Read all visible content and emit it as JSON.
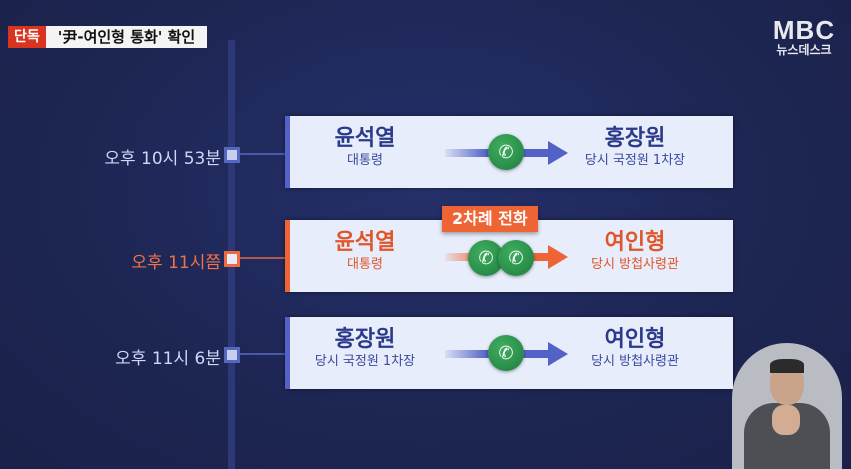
{
  "header": {
    "badge_label": "단독",
    "headline": "'尹-여인형 통화' 확인"
  },
  "logo": {
    "brand": "MBC",
    "program": "뉴스데스크"
  },
  "timeline": [
    {
      "time": "오후 10시 53분",
      "highlight": false,
      "from": {
        "name": "윤석열",
        "role": "대통령"
      },
      "to": {
        "name": "홍장원",
        "role": "당시 국정원 1차장"
      },
      "icon": "phone-call-icon",
      "call_count": 1
    },
    {
      "time": "오후 11시쯤",
      "highlight": true,
      "callout": "2차례 전화",
      "from": {
        "name": "윤석열",
        "role": "대통령"
      },
      "to": {
        "name": "여인형",
        "role": "당시 방첩사령관"
      },
      "icon": "phone-call-icon",
      "call_count": 2
    },
    {
      "time": "오후 11시 6분",
      "highlight": false,
      "from": {
        "name": "홍장원",
        "role": "당시 국정원 1차장"
      },
      "to": {
        "name": "여인형",
        "role": "당시 방첩사령관"
      },
      "icon": "phone-call-icon",
      "call_count": 1
    }
  ],
  "colors": {
    "background": "#1e2654",
    "card": "#e8edfb",
    "blue_accent": "#5362c6",
    "orange_accent": "#ef6434",
    "badge_red": "#d8341f",
    "phone_green": "#2a8f4a"
  },
  "sign_language_inset": {
    "description": "sign language interpreter"
  }
}
